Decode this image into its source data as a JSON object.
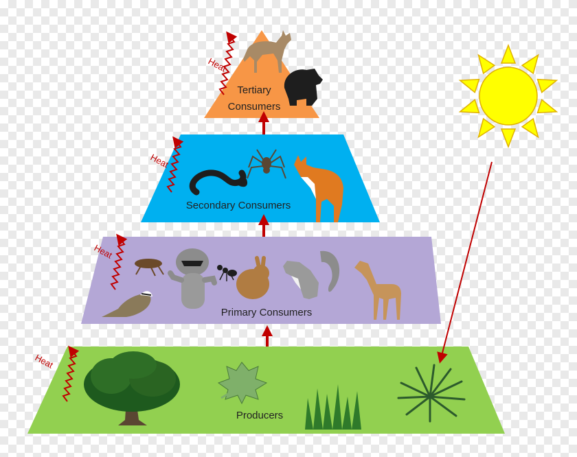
{
  "colors": {
    "producers": "#92d050",
    "primary": "#b4a7d6",
    "secondary": "#00b0f0",
    "tertiary": "#f79646",
    "arrow": "#c00000",
    "sun": "#ffff00",
    "sun_stroke": "#e0b000"
  },
  "levels": {
    "tertiary_line1": "Tertiary",
    "tertiary_line2": "Consumers",
    "secondary": "Secondary Consumers",
    "primary": "Primary Consumers",
    "producers": "Producers"
  },
  "heat_label": "Heat",
  "organisms": {
    "tertiary": [
      "coyote-icon",
      "black-bear-icon"
    ],
    "secondary": [
      "snake-icon",
      "spider-icon",
      "red-fox-icon"
    ],
    "primary": [
      "cricket-icon",
      "raccoon-icon",
      "ant-icon",
      "rabbit-icon",
      "squirrel-icon",
      "fawn-deer-icon",
      "sparrow-icon"
    ],
    "producers": [
      "oak-tree-icon",
      "maple-leaf-icon",
      "grass-icon",
      "fern-icon"
    ]
  },
  "sun_icon": "sun-icon"
}
